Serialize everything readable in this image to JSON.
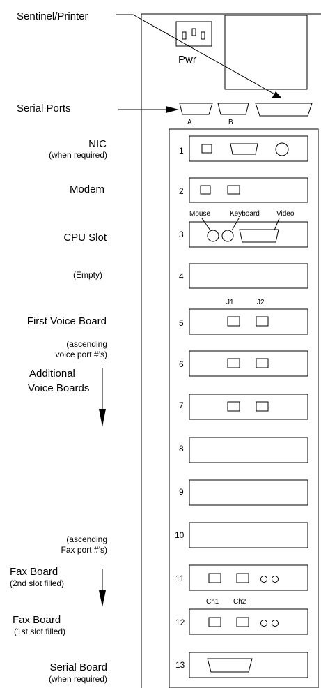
{
  "labels": {
    "sentinel_printer": "Sentinel/Printer",
    "pwr": "Pwr",
    "serial_ports": "Serial Ports",
    "port_a": "A",
    "port_b": "B",
    "nic": "NIC",
    "nic_sub": "(when required)",
    "modem": "Modem",
    "cpu_slot": "CPU Slot",
    "empty": "(Empty)",
    "first_voice_board": "First Voice Board",
    "ascending_voice_1": "(ascending",
    "ascending_voice_2": "voice port #’s)",
    "additional_voice_1": "Additional",
    "additional_voice_2": "Voice Boards",
    "ascending_fax_1": "(ascending",
    "ascending_fax_2": "Fax port #’s)",
    "fax_board_a_1": "Fax Board",
    "fax_board_a_2": "(2nd slot filled)",
    "fax_board_b_1": "Fax Board",
    "fax_board_b_2": "(1st slot filled)",
    "serial_board_1": "Serial Board",
    "serial_board_2": "(when required)",
    "mouse": "Mouse",
    "keyboard": "Keyboard",
    "video": "Video",
    "j1": "J1",
    "j2": "J2",
    "ch1": "Ch1",
    "ch2": "Ch2"
  },
  "slot_numbers": [
    "1",
    "2",
    "3",
    "4",
    "5",
    "6",
    "7",
    "8",
    "9",
    "10",
    "11",
    "12",
    "13"
  ]
}
